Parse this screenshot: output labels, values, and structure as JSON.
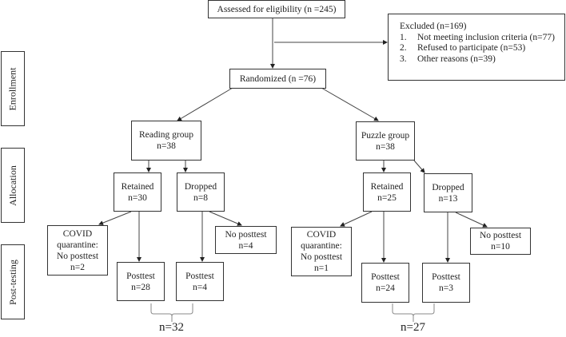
{
  "stages": {
    "enrollment": "Enrollment",
    "allocation": "Allocation",
    "post_testing": "Post-testing"
  },
  "assessed": "Assessed for eligibility (n =245)",
  "excluded": {
    "title": "Excluded (n=169)",
    "items": [
      {
        "num": "1.",
        "text": "Not meeting inclusion criteria (n=77)"
      },
      {
        "num": "2.",
        "text": "Refused to participate (n=53)"
      },
      {
        "num": "3.",
        "text": "Other reasons (n=39)"
      }
    ]
  },
  "randomized": "Randomized (n =76)",
  "reading": {
    "group": {
      "label": "Reading group",
      "n": "n=38"
    },
    "retained": {
      "label": "Retained",
      "n": "n=30"
    },
    "dropped": {
      "label": "Dropped",
      "n": "n=8"
    },
    "covid": {
      "l1": "COVID",
      "l2": "quarantine:",
      "l3": "No posttest",
      "n": "n=2"
    },
    "no_posttest": {
      "label": "No posttest",
      "n": "n=4"
    },
    "posttest_retained": {
      "label": "Posttest",
      "n": "n=28"
    },
    "posttest_dropped": {
      "label": "Posttest",
      "n": "n=4"
    },
    "total": "n=32"
  },
  "puzzle": {
    "group": {
      "label": "Puzzle group",
      "n": "n=38"
    },
    "retained": {
      "label": "Retained",
      "n": "n=25"
    },
    "dropped": {
      "label": "Dropped",
      "n": "n=13"
    },
    "covid": {
      "l1": "COVID",
      "l2": "quarantine:",
      "l3": "No posttest",
      "n": "n=1"
    },
    "no_posttest": {
      "label": "No posttest",
      "n": "n=10"
    },
    "posttest_retained": {
      "label": "Posttest",
      "n": "n=24"
    },
    "posttest_dropped": {
      "label": "Posttest",
      "n": "n=3"
    },
    "total": "n=27"
  }
}
